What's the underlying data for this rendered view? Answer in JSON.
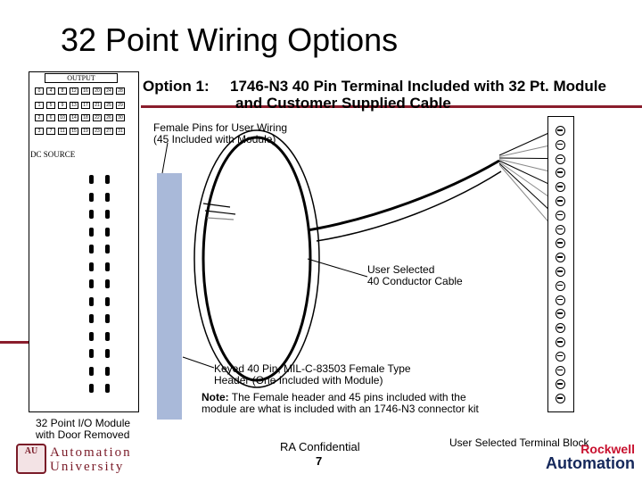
{
  "title": "32 Point Wiring Options",
  "option": {
    "label": "Option 1:",
    "title": "1746-N3 40 Pin Terminal Included with 32 Pt. Module",
    "subtitle": "and Customer Supplied Cable"
  },
  "labels": {
    "female_pins_line1": "Female Pins for User Wiring",
    "female_pins_line2": "(45 Included with Module)",
    "cable_line1": "User Selected",
    "cable_line2": "40 Conductor Cable",
    "keyed_line1": "Keyed 40 Pin, MIL-C-83503 Female Type",
    "keyed_line2": "Header (One Included with Module)",
    "note_bold": "Note:",
    "note_line1": " The Female header and 45 pins included with the",
    "note_line2": "module are what is included with an 1746-N3 connector kit",
    "module_line1": "32 Point I/O Module",
    "module_line2": "with Door Removed",
    "terminal_block": "User Selected Terminal Block"
  },
  "module": {
    "output_label": "OUTPUT",
    "dc_source": "DC SOURCE",
    "led_rows": [
      [
        "0",
        "4",
        "8",
        "12",
        "16",
        "20",
        "24",
        "28"
      ],
      [
        "1",
        "5",
        "9",
        "13",
        "17",
        "21",
        "25",
        "29"
      ],
      [
        "2",
        "6",
        "10",
        "14",
        "18",
        "22",
        "26",
        "30"
      ],
      [
        "3",
        "7",
        "11",
        "15",
        "19",
        "23",
        "27",
        "31"
      ]
    ],
    "pin_pairs": 13
  },
  "terminal_block": {
    "terminals": 20
  },
  "footer": {
    "confidential": "RA Confidential",
    "page": "7",
    "rockwell_line1": "Rockwell",
    "rockwell_line2": "Automation",
    "au_line1": "Automation",
    "au_line2": "University",
    "au_seal": "AU"
  },
  "colors": {
    "accent_rule": "#8a1d2c",
    "strip": "#a9b9d9",
    "rockwell_red": "#c8102e",
    "rockwell_blue": "#15285b"
  }
}
